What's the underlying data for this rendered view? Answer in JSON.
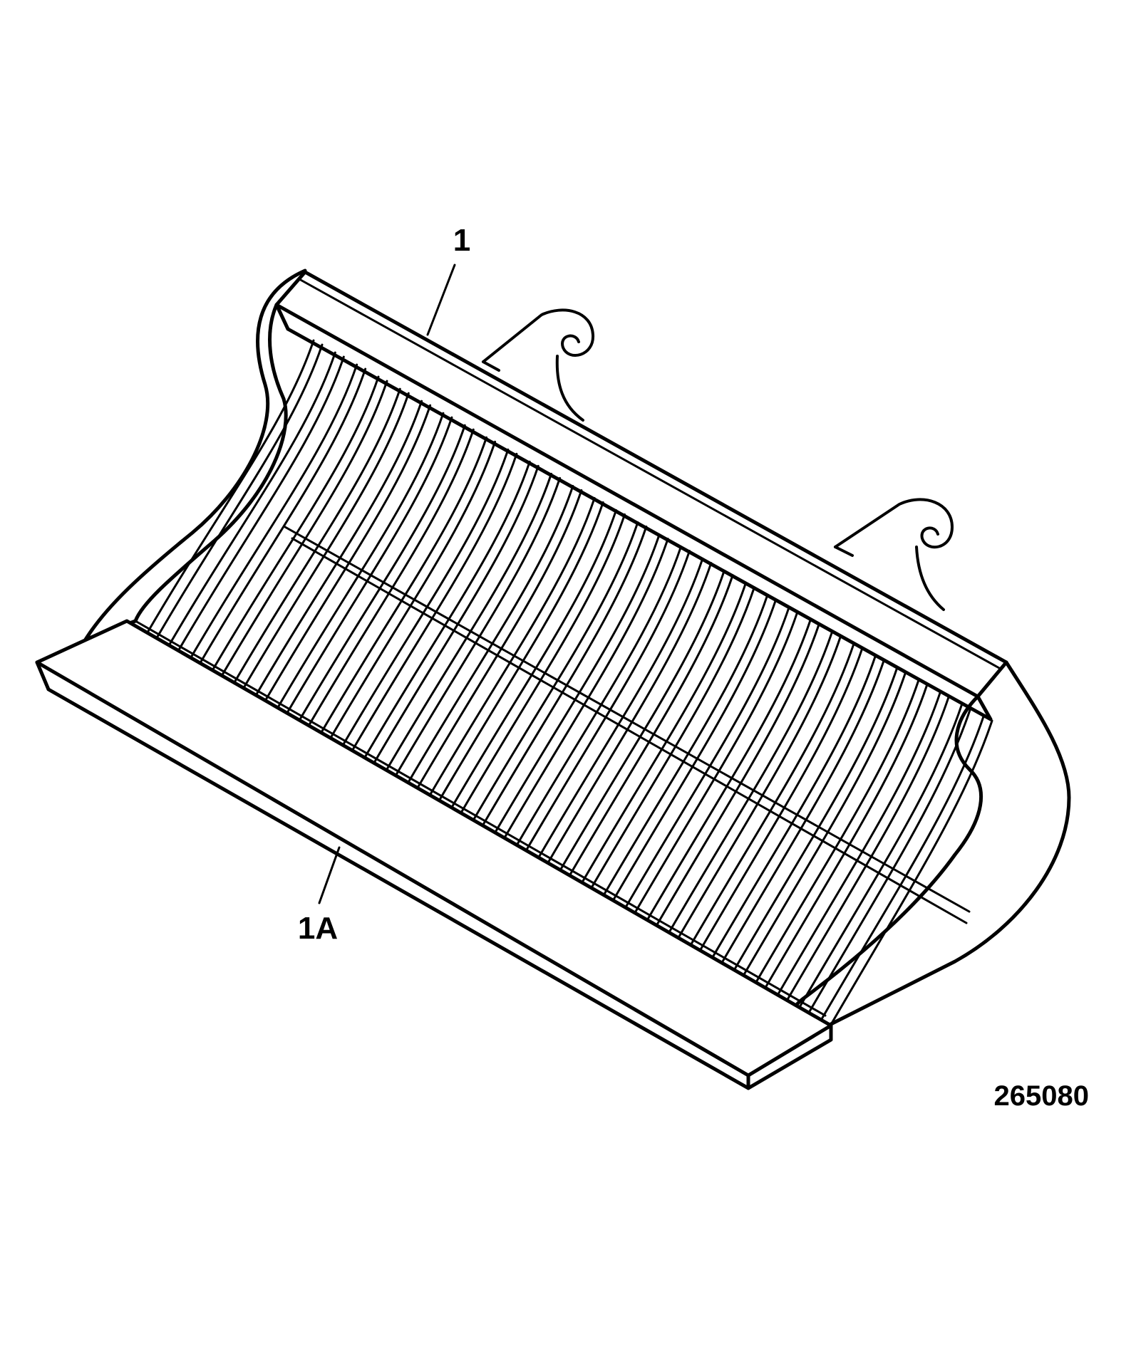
{
  "figure": {
    "figure_number": "265080",
    "callouts": [
      {
        "id": "part-1",
        "label": "1"
      },
      {
        "id": "part-1a",
        "label": "1A"
      }
    ],
    "ink_color": "#000000",
    "paper_color": "#ffffff"
  }
}
